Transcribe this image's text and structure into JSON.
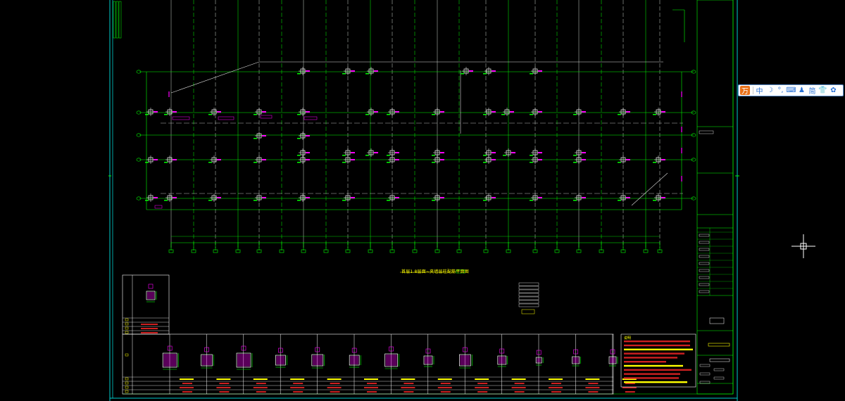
{
  "ime_toolbar": {
    "logo": "万",
    "mode_label": "中",
    "moon_icon": "☽",
    "punct_icon": "°,",
    "keyboard_icon": "⌨",
    "user_icon": "♟",
    "script_label": "简",
    "skin_icon": "👕",
    "settings_icon": "✿"
  },
  "drawing": {
    "title": "首层1.8层面~夹墙层柱配筋平面图",
    "notes_label": "说明"
  },
  "colors": {
    "background": "#000000",
    "frame": "#00cccc",
    "grid_line": "#00ff00",
    "column": "#ffffff",
    "rebar_text": "#ff00ff",
    "title_text": "#ffff00",
    "note_bar": "#cc2020",
    "ime_accent": "#2a72d6"
  }
}
